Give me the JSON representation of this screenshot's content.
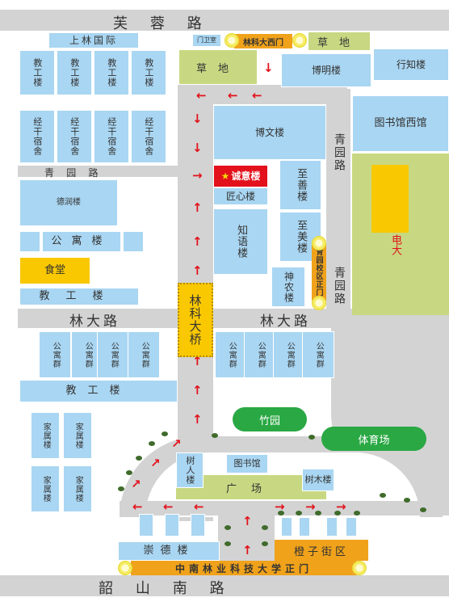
{
  "roads": {
    "furong": "芙    蓉    路",
    "qingyuan_top": "青    园    路",
    "qingyuan_right": "青园路",
    "qingyuan_right2": "青园路",
    "linda_left": "林大路",
    "linda_right": "林大路",
    "shaoshan": "韶    山    南    路"
  },
  "gates": {
    "west_gate": "林科大西门",
    "guard_room": "门卫室",
    "east_gate": "青园校区正门",
    "main_gate": "中南林业科技大学正门"
  },
  "buildings": {
    "shanglin": "上林国际",
    "jiaogong_rows": [
      "教工楼",
      "教工楼",
      "教工楼",
      "教工楼"
    ],
    "jinggan_rows": [
      "经干宿舍",
      "经干宿舍",
      "经干宿舍",
      "经干宿舍"
    ],
    "derun": "德润楼",
    "gongyu_lou": "公寓楼",
    "shitang": "食堂",
    "jiaogong_bottom": "教工楼",
    "boming": "博明楼",
    "xingzhi": "行知楼",
    "bowen": "博文楼",
    "chengyi": "诚意楼",
    "jiangxin": "匠心楼",
    "zhiyu": "知语楼",
    "zhishan": "至善楼",
    "zhimei": "至美楼",
    "shennong": "神农楼",
    "library_west": "图书馆西馆",
    "dianda": "电大",
    "gongyuqun": [
      "公寓群",
      "公寓群",
      "公寓群",
      "公寓群",
      "公寓群",
      "公寓群",
      "公寓群",
      "公寓群"
    ],
    "jiaogong_mid": "教工楼",
    "jiashu": [
      "家属楼",
      "家属楼",
      "家属楼",
      "家属楼"
    ],
    "shuren": "树人楼",
    "tushuguan": "图书馆",
    "shumu": "树木楼",
    "chongde": "崇德楼",
    "chengzi": "橙子街区"
  },
  "areas": {
    "caodi_top": "草地",
    "caodi_left": "草地",
    "guangchang": "广场",
    "zhuyuan": "竹园",
    "tiyuchang": "体育场",
    "bridge": "林科大桥"
  },
  "colors": {
    "building": "#a9d6f2",
    "road": "#d3d3d3",
    "grass": "#c8d882",
    "highlight": "#e2111b",
    "yellow": "#f9c800",
    "orange": "#f0a21b",
    "green": "#2aa843"
  }
}
